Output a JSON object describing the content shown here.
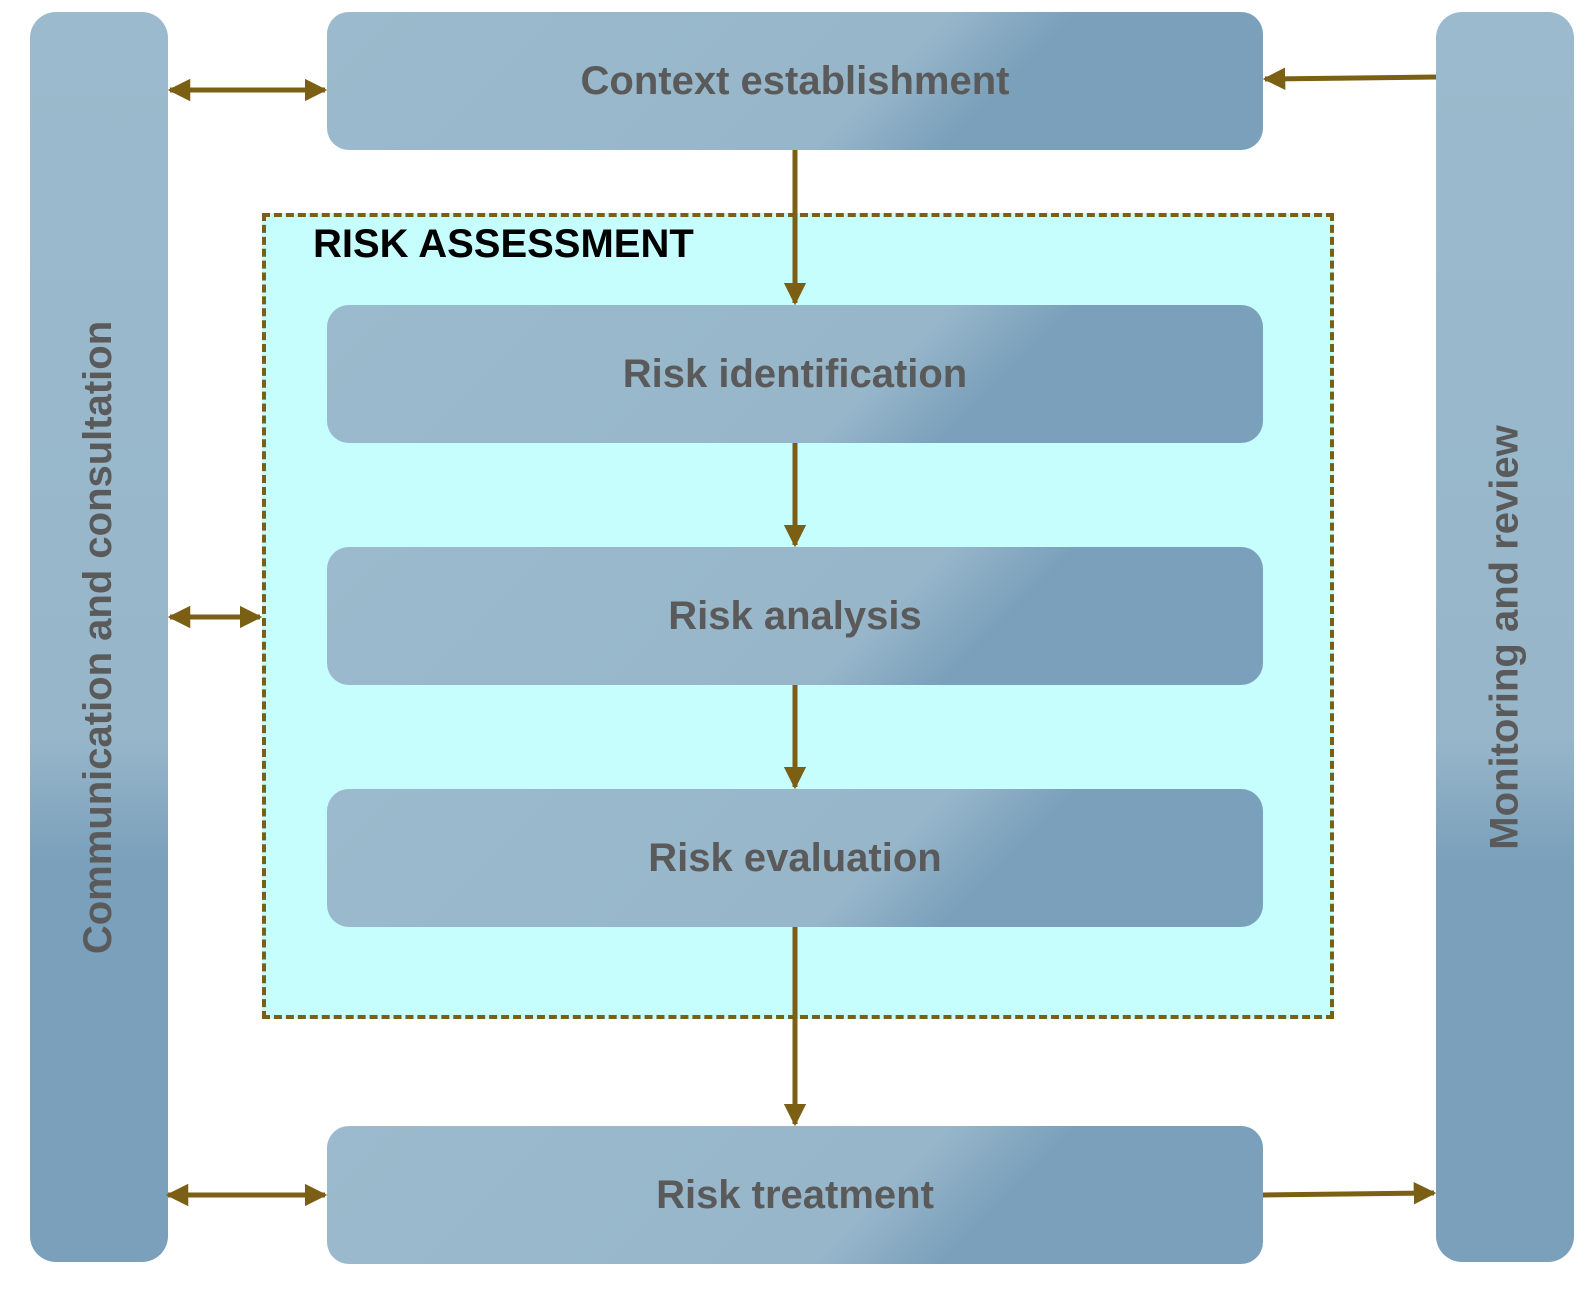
{
  "diagram": {
    "left_bar": {
      "label": "Communication and consultation"
    },
    "right_bar": {
      "label": "Monitoring and review"
    },
    "steps": {
      "context": "Context establishment",
      "identification": "Risk identification",
      "analysis": "Risk analysis",
      "evaluation": "Risk evaluation",
      "treatment": "Risk treatment"
    },
    "group": {
      "title": "RISK ASSESSMENT"
    }
  },
  "colors": {
    "box_light": "#9bbacd",
    "box_dark": "#7aa0bb",
    "group_fill": "#c6fefe",
    "arrow": "#7a5f14",
    "label_text": "#5a5a5a"
  }
}
